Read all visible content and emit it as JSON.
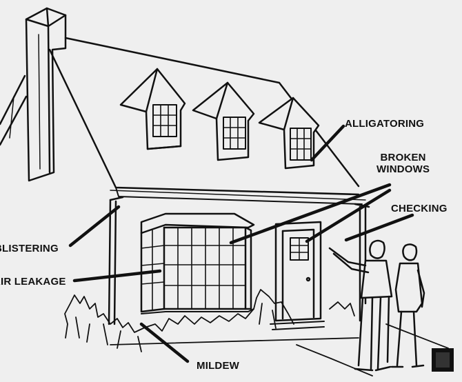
{
  "labels": {
    "alligatoring": "ALLIGATORING",
    "broken_windows_line1": "BROKEN",
    "broken_windows_line2": "WINDOWS",
    "checking": "CHECKING",
    "blistering": "BLISTERING",
    "air_leakage": "AIR LEAKAGE",
    "mildew": "MILDEW"
  },
  "colors": {
    "background": "#efefef",
    "ink": "#111111"
  }
}
